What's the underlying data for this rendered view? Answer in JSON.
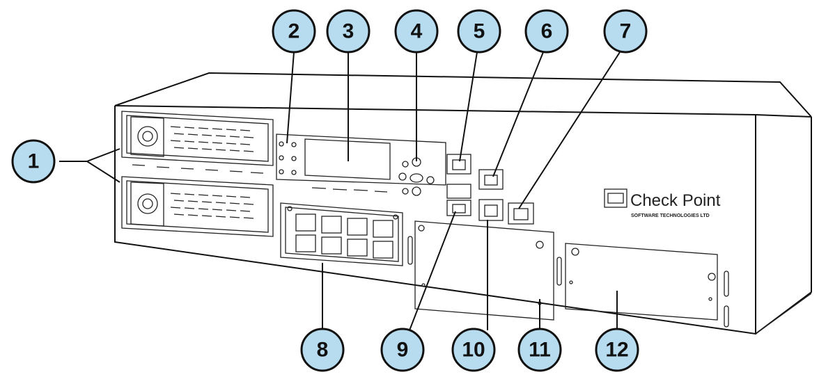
{
  "callouts": [
    "1",
    "2",
    "3",
    "4",
    "5",
    "6",
    "7",
    "8",
    "9",
    "10",
    "11",
    "12"
  ],
  "brand": {
    "name": "Check Point",
    "tagline": "SOFTWARE TECHNOLOGIES LTD"
  },
  "colors": {
    "bubble_fill": "#b8dcef",
    "outline": "#111111",
    "background": "#ffffff"
  }
}
